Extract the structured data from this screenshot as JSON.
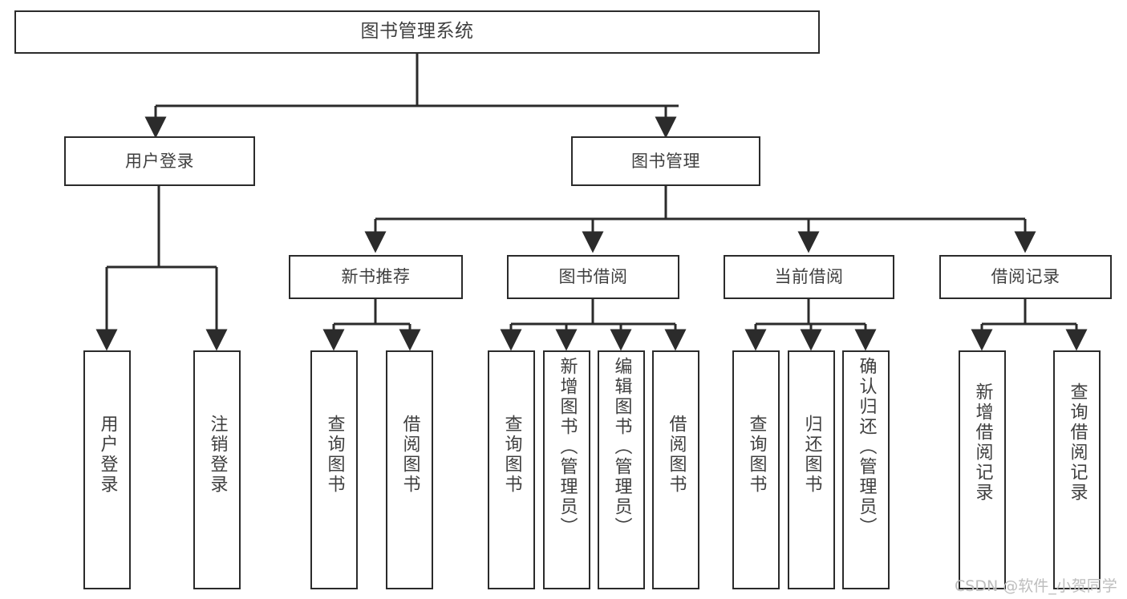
{
  "diagram": {
    "title": "图书管理系统",
    "type": "functional-structure-tree",
    "watermark": "CSDN @软件_小贺同学",
    "colors": {
      "node_border": "#2b2b2b",
      "node_fill": "#ffffff",
      "text": "#3f3f3f",
      "edge": "#2b2b2b",
      "watermark": "#bdbdbd",
      "background": "#ffffff"
    },
    "levels": {
      "root": {
        "label": "图书管理系统"
      },
      "level2": [
        {
          "id": "user-login",
          "label": "用户登录"
        },
        {
          "id": "book-management",
          "label": "图书管理"
        }
      ],
      "level3": [
        {
          "id": "new-book-recommend",
          "label": "新书推荐",
          "parent": "book-management"
        },
        {
          "id": "book-borrow",
          "label": "图书借阅",
          "parent": "book-management"
        },
        {
          "id": "current-borrow",
          "label": "当前借阅",
          "parent": "book-management"
        },
        {
          "id": "borrow-record",
          "label": "借阅记录",
          "parent": "book-management"
        }
      ],
      "leaves": [
        {
          "id": "leaf-user-login",
          "label": "用户登录",
          "parent": "user-login"
        },
        {
          "id": "leaf-logout-login",
          "label": "注销登录",
          "parent": "user-login"
        },
        {
          "id": "leaf-query-book-1",
          "label": "查询图书",
          "parent": "new-book-recommend"
        },
        {
          "id": "leaf-borrow-book-1",
          "label": "借阅图书",
          "parent": "new-book-recommend"
        },
        {
          "id": "leaf-query-book-2",
          "label": "查询图书",
          "parent": "book-borrow"
        },
        {
          "id": "leaf-add-book",
          "label": "新增图书（管理员）",
          "parent": "book-borrow"
        },
        {
          "id": "leaf-edit-book",
          "label": "编辑图书（管理员）",
          "parent": "book-borrow"
        },
        {
          "id": "leaf-borrow-book-2",
          "label": "借阅图书",
          "parent": "book-borrow"
        },
        {
          "id": "leaf-query-book-3",
          "label": "查询图书",
          "parent": "current-borrow"
        },
        {
          "id": "leaf-return-book",
          "label": "归还图书",
          "parent": "current-borrow"
        },
        {
          "id": "leaf-confirm-return",
          "label": "确认归还（管理员）",
          "parent": "current-borrow"
        },
        {
          "id": "leaf-add-record",
          "label": "新增借阅记录",
          "parent": "borrow-record"
        },
        {
          "id": "leaf-query-record",
          "label": "查询借阅记录",
          "parent": "borrow-record"
        }
      ]
    }
  }
}
